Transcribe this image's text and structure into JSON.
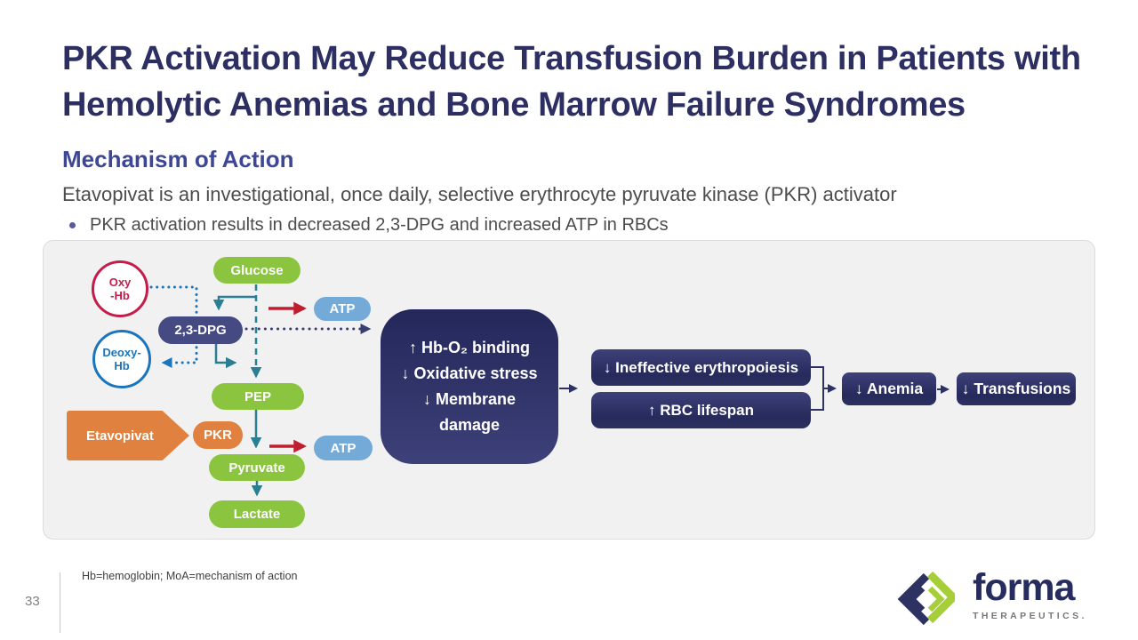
{
  "slide": {
    "title_line1": "PKR Activation May Reduce Transfusion Burden in Patients with",
    "title_line2": "Hemolytic Anemias and Bone Marrow Failure Syndromes",
    "section_heading": "Mechanism of Action",
    "intro_text": "Etavopivat is an investigational, once daily, selective erythrocyte pyruvate kinase (PKR) activator",
    "bullet_text": "PKR activation results in decreased 2,3-DPG and increased ATP in RBCs",
    "footnote": "Hb=hemoglobin; MoA=mechanism of action",
    "page_number": "33"
  },
  "diagram": {
    "oxy_hb": {
      "line1": "Oxy",
      "line2": "-Hb"
    },
    "deoxy_hb": {
      "line1": "Deoxy-",
      "line2": "Hb"
    },
    "glucose": "Glucose",
    "dpg": "2,3-DPG",
    "atp_top": "ATP",
    "atp_bottom": "ATP",
    "pep": "PEP",
    "etavopivat": "Etavopivat",
    "pkr": "PKR",
    "pyruvate": "Pyruvate",
    "lactate": "Lactate",
    "effects": [
      "↑ Hb-O₂ binding",
      "↓ Oxidative stress",
      "↓ Membrane damage"
    ],
    "outcomes": {
      "ineffective_erythropoiesis": "↓ Ineffective erythropoiesis",
      "rbc_lifespan": "↑ RBC lifespan",
      "anemia": "↓ Anemia",
      "transfusions": "↓ Transfusions"
    }
  },
  "logo": {
    "name": "forma",
    "subtext": "THERAPEUTICS."
  },
  "colors": {
    "title_navy": "#2d2f63",
    "heading_indigo": "#3e4796",
    "body_gray": "#4c4c4e",
    "green": "#8bc53f",
    "light_blue": "#74aad8",
    "navy_box": "#2b2f63",
    "indigo_pill": "#454a82",
    "orange": "#e0813f",
    "teal_arrow": "#2b7f92",
    "red_arrow": "#bf1e2e",
    "crimson_outline": "#c31e4b",
    "blue_outline": "#1b75bc"
  }
}
